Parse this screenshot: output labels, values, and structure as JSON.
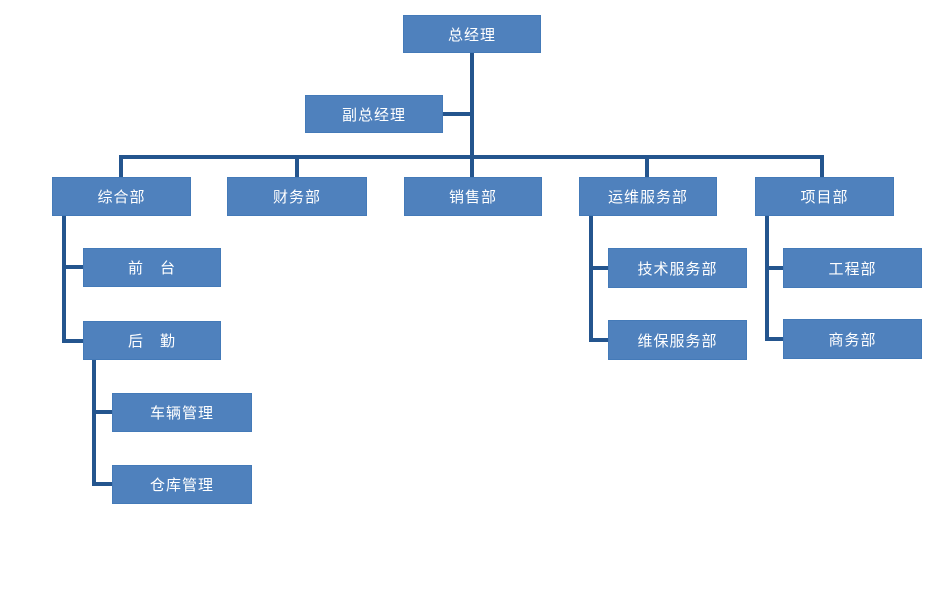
{
  "diagram": {
    "type": "org-chart",
    "colors": {
      "node_fill": "#4f81bd",
      "node_border": "#447ab8",
      "node_text": "#ffffff",
      "connector": "#24558e",
      "background": "#ffffff"
    },
    "nodes": {
      "gm": {
        "label": "总经理"
      },
      "dgm": {
        "label": "副总经理"
      },
      "zhb": {
        "label": "综合部"
      },
      "cwb": {
        "label": "财务部"
      },
      "xsb": {
        "label": "销售部"
      },
      "ywfwb": {
        "label": "运维服务部"
      },
      "xmb": {
        "label": "项目部"
      },
      "qt": {
        "label": "前　台"
      },
      "hq": {
        "label": "后　勤"
      },
      "clgl": {
        "label": "车辆管理"
      },
      "ckgl": {
        "label": "仓库管理"
      },
      "jsfwb": {
        "label": "技术服务部"
      },
      "wbfwb": {
        "label": "维保服务部"
      },
      "gcb": {
        "label": "工程部"
      },
      "swb": {
        "label": "商务部"
      }
    },
    "edges": [
      {
        "parent": "总经理",
        "child": "副总经理"
      },
      {
        "parent": "总经理",
        "child": "综合部"
      },
      {
        "parent": "总经理",
        "child": "财务部"
      },
      {
        "parent": "总经理",
        "child": "销售部"
      },
      {
        "parent": "总经理",
        "child": "运维服务部"
      },
      {
        "parent": "总经理",
        "child": "项目部"
      },
      {
        "parent": "综合部",
        "child": "前　台"
      },
      {
        "parent": "综合部",
        "child": "后　勤"
      },
      {
        "parent": "后　勤",
        "child": "车辆管理"
      },
      {
        "parent": "后　勤",
        "child": "仓库管理"
      },
      {
        "parent": "运维服务部",
        "child": "技术服务部"
      },
      {
        "parent": "运维服务部",
        "child": "维保服务部"
      },
      {
        "parent": "项目部",
        "child": "工程部"
      },
      {
        "parent": "项目部",
        "child": "商务部"
      }
    ]
  }
}
